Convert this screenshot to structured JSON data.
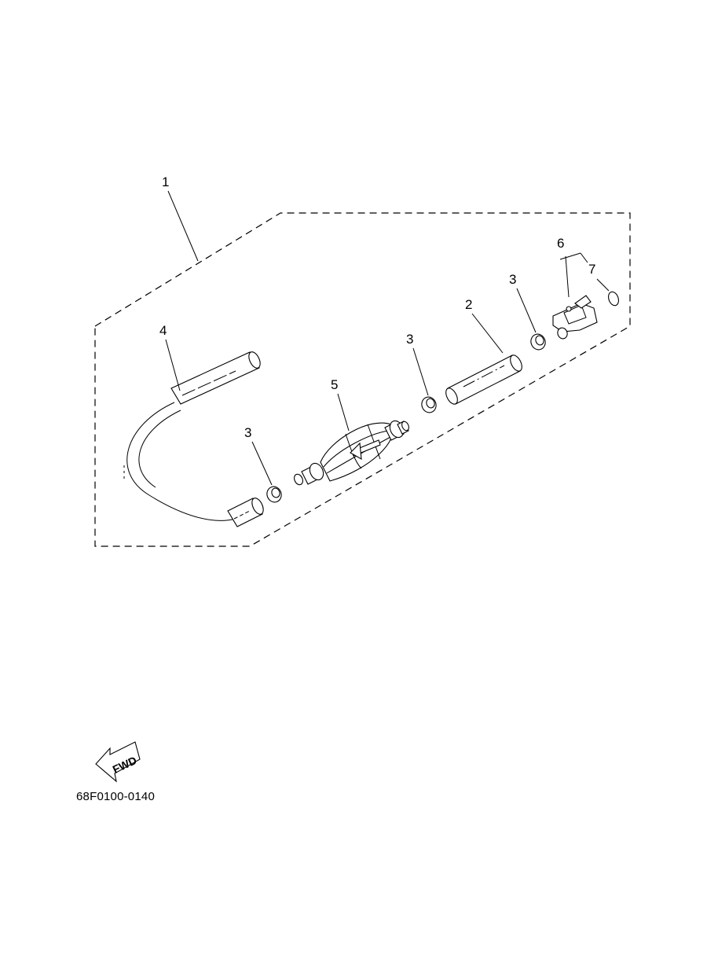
{
  "diagram": {
    "callouts": {
      "c1": "1",
      "c2": "2",
      "c3a": "3",
      "c3b": "3",
      "c3c": "3",
      "c4": "4",
      "c5": "5",
      "c6": "6",
      "c7": "7"
    },
    "fwd_label": "FWD",
    "reference_code": "68F0100-0140"
  }
}
